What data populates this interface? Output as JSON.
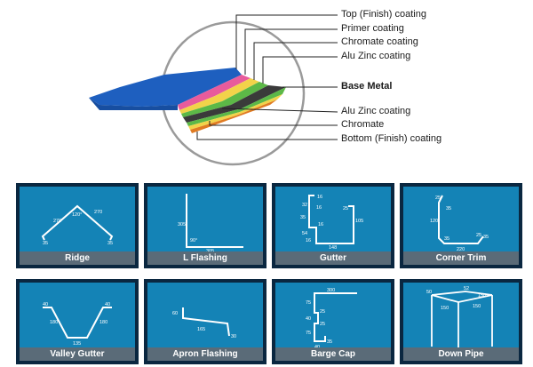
{
  "coating_layers": [
    {
      "label": "Top (Finish) coating",
      "color": "#1e5fbf"
    },
    {
      "label": "Primer coating",
      "color": "#e85b9c"
    },
    {
      "label": "Chromate coating",
      "color": "#f2d34a"
    },
    {
      "label": "Alu Zinc coating",
      "color": "#5cb847"
    },
    {
      "label": "Base Metal",
      "color": "#3a3a3a"
    },
    {
      "label": "Alu Zinc coating",
      "color": "#5cb847"
    },
    {
      "label": "Chromate",
      "color": "#f2d34a"
    },
    {
      "label": "Bottom (Finish) coating",
      "color": "#e07b22"
    }
  ],
  "profiles": [
    {
      "name": "Ridge",
      "dims": [
        "35",
        "270",
        "120°",
        "270",
        "35"
      ]
    },
    {
      "name": "L Flashing",
      "dims": [
        "305",
        "90°",
        "305"
      ]
    },
    {
      "name": "Gutter",
      "dims": [
        "16",
        "32",
        "16",
        "25",
        "105",
        "35",
        "16",
        "54",
        "16",
        "148"
      ]
    },
    {
      "name": "Corner Trim",
      "dims": [
        "25",
        "35",
        "120",
        "35",
        "25",
        "220",
        "35"
      ]
    },
    {
      "name": "Valley Gutter",
      "dims": [
        "40",
        "180",
        "135",
        "180",
        "40"
      ]
    },
    {
      "name": "Apron Flashing",
      "dims": [
        "60",
        "165",
        "30"
      ]
    },
    {
      "name": "Barge Cap",
      "dims": [
        "300",
        "75",
        "25",
        "40",
        "25",
        "75",
        "40",
        "35"
      ]
    },
    {
      "name": "Down Pipe",
      "dims": [
        "50",
        "52",
        "150",
        "150",
        "150"
      ]
    }
  ],
  "colors": {
    "panel_bg": "#1483b6",
    "panel_border": "#0a2740",
    "caption_bg": "#5a6b78"
  }
}
